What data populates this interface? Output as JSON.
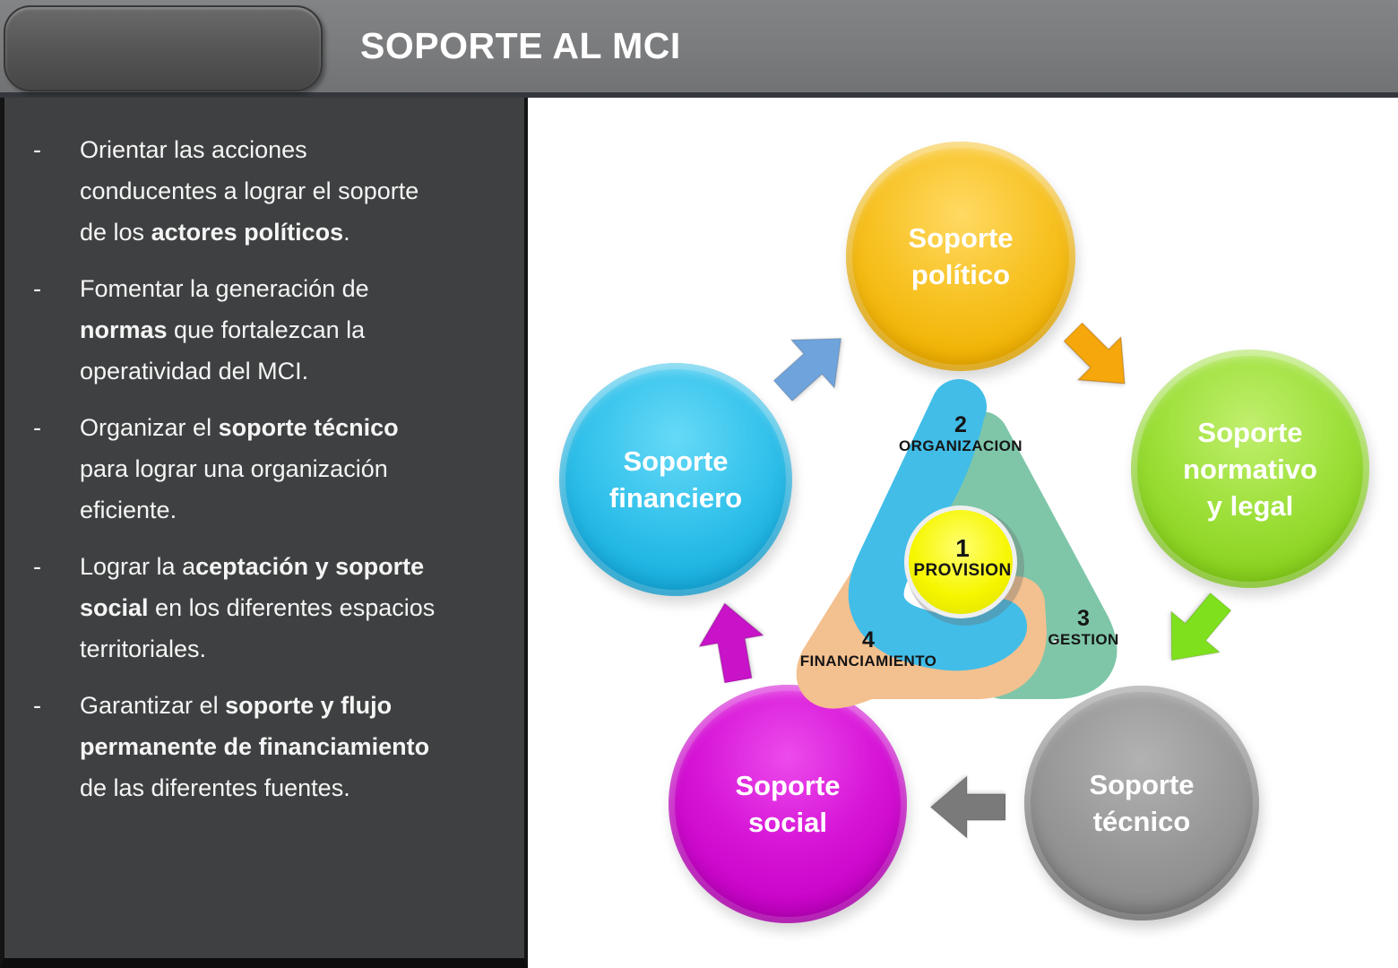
{
  "header": {
    "title": "SOPORTE AL MCI"
  },
  "bullet_marker": "-",
  "bullets": [
    {
      "segments": [
        {
          "t": "Orientar las acciones conducentes a lograr el soporte de los ",
          "b": false
        },
        {
          "t": "actores políticos",
          "b": true
        },
        {
          "t": ".",
          "b": false
        }
      ]
    },
    {
      "segments": [
        {
          "t": "Fomentar la generación de ",
          "b": false
        },
        {
          "t": "normas",
          "b": true
        },
        {
          "t": " que fortalezcan la operatividad del MCI.",
          "b": false
        }
      ]
    },
    {
      "segments": [
        {
          "t": "Organizar el ",
          "b": false
        },
        {
          "t": "soporte técnico",
          "b": true
        },
        {
          "t": " para lograr una organización eficiente.",
          "b": false
        }
      ]
    },
    {
      "segments": [
        {
          "t": "Lograr la a",
          "b": false
        },
        {
          "t": "ceptación y soporte social",
          "b": true
        },
        {
          "t": " en los diferentes espacios territoriales.",
          "b": false
        }
      ]
    },
    {
      "segments": [
        {
          "t": "Garantizar el ",
          "b": false
        },
        {
          "t": "soporte y flujo permanente de financiamiento",
          "b": true
        },
        {
          "t": " de las diferentes fuentes.",
          "b": false
        }
      ]
    }
  ],
  "diagram": {
    "circles": [
      {
        "name": "soporte-politico",
        "lines": [
          "Soporte",
          "político"
        ],
        "color": "#F2B705"
      },
      {
        "name": "soporte-financiero",
        "lines": [
          "Soporte",
          "financiero"
        ],
        "color": "#29B8E5"
      },
      {
        "name": "soporte-normativo",
        "lines": [
          "Soporte",
          "normativo",
          "y legal"
        ],
        "color": "#8CD41F"
      },
      {
        "name": "soporte-social",
        "lines": [
          "Soporte",
          "social"
        ],
        "color": "#CC00CC"
      },
      {
        "name": "soporte-tecnico",
        "lines": [
          "Soporte",
          "técnico"
        ],
        "color": "#8C8C8C"
      }
    ],
    "core": {
      "segments": [
        {
          "num": "1",
          "label": "PROVISION",
          "color": "#F2F200"
        },
        {
          "num": "2",
          "label": "ORGANIZACION",
          "color": "#41BDE8"
        },
        {
          "num": "3",
          "label": "GESTION",
          "color": "#7FC6A9"
        },
        {
          "num": "4",
          "label": "FINANCIAMIENTO",
          "color": "#F3C08F"
        }
      ]
    },
    "arrows": [
      {
        "name": "financiero-to-politico",
        "color": "#6FA3DB"
      },
      {
        "name": "politico-to-normativo",
        "color": "#F5A70B"
      },
      {
        "name": "normativo-to-tecnico",
        "color": "#7FE01E"
      },
      {
        "name": "tecnico-to-social",
        "color": "#7A7A7A"
      },
      {
        "name": "social-to-financiero",
        "color": "#C813C8"
      }
    ]
  }
}
